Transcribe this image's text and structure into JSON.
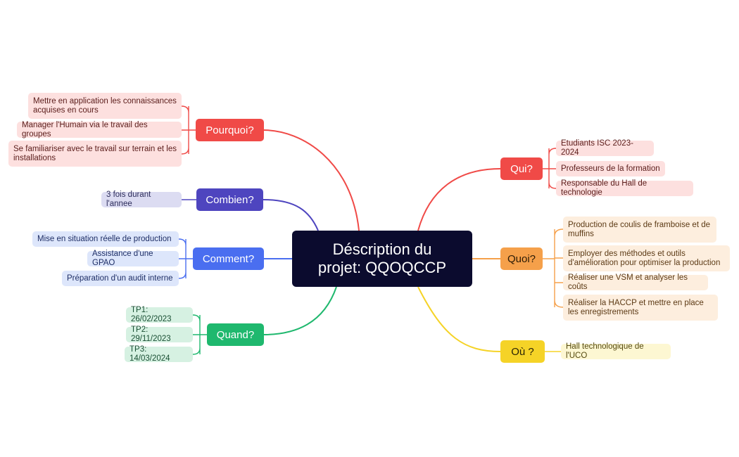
{
  "central": {
    "line1": "Déscription du",
    "line2": "projet: QQOQCCP"
  },
  "branches": {
    "pourquoi": {
      "label": "Pourquoi?",
      "color": "#f04a47",
      "items": [
        "Mettre en application les connaissances acquises en cours",
        "Manager l'Humain via le travail des groupes",
        "Se familiariser avec le travail sur terrain et les installations"
      ]
    },
    "combien": {
      "label": "Combien?",
      "color": "#4e45bf",
      "items": [
        "3 fois durant l'annee"
      ]
    },
    "comment": {
      "label": "Comment?",
      "color": "#4a6ef0",
      "items": [
        "Mise en situation réelle de production",
        "Assistance d'une GPAO",
        "Préparation d'un audit interne"
      ]
    },
    "quand": {
      "label": "Quand?",
      "color": "#1fb86e",
      "items": [
        "TP1: 26/02/2023",
        "TP2: 29/11/2023",
        "TP3: 14/03/2024"
      ]
    },
    "qui": {
      "label": "Qui?",
      "color": "#f04a47",
      "items": [
        "Etudiants ISC 2023-2024",
        "Professeurs de la formation",
        "Responsable du Hall de technologie"
      ]
    },
    "quoi": {
      "label": "Quoi?",
      "color": "#f5a04a",
      "items": [
        "Production de coulis de framboise et de muffins",
        "Employer des méthodes et outils d'amélioration pour optimiser la production",
        "Réaliser une VSM et analyser les coûts",
        "Réaliser la HACCP et mettre en place les enregistrements"
      ]
    },
    "ou": {
      "label": "Où ?",
      "color": "#f5d327",
      "items": [
        "Hall technologique de l'UCO"
      ]
    }
  }
}
